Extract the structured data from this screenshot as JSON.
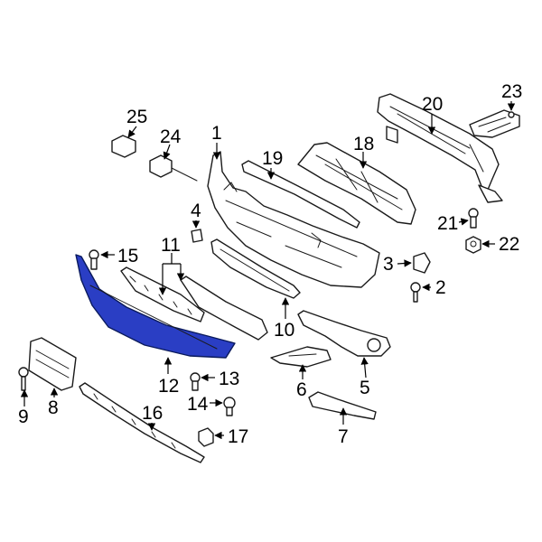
{
  "diagram": {
    "highlight_color": "#2a3ec4",
    "callouts": {
      "c1": "1",
      "c2": "2",
      "c3": "3",
      "c4": "4",
      "c5": "5",
      "c6": "6",
      "c7": "7",
      "c8": "8",
      "c9": "9",
      "c10": "10",
      "c11": "11",
      "c12": "12",
      "c13": "13",
      "c14": "14",
      "c15": "15",
      "c16": "16",
      "c17": "17",
      "c18": "18",
      "c19": "19",
      "c20": "20",
      "c21": "21",
      "c22": "22",
      "c23": "23",
      "c24": "24",
      "c25": "25"
    }
  }
}
